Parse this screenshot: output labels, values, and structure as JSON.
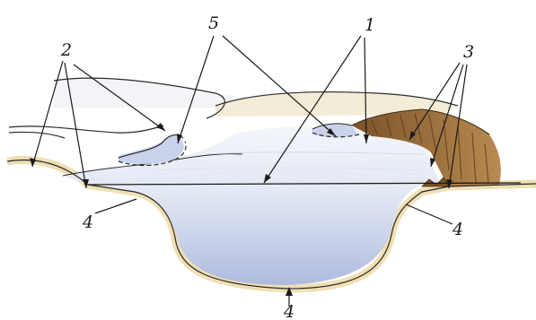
{
  "callouts": [
    {
      "id": "label-1",
      "text": "1"
    },
    {
      "id": "label-2",
      "text": "2"
    },
    {
      "id": "label-3",
      "text": "3"
    },
    {
      "id": "label-4-left",
      "text": "4"
    },
    {
      "id": "label-4-right",
      "text": "4"
    },
    {
      "id": "label-4-bottom",
      "text": "4"
    },
    {
      "id": "label-5",
      "text": "5"
    }
  ],
  "colors": {
    "land": "#f2e3bd",
    "land_edge": "#d9c38a",
    "water_surface": "#e9eef6",
    "water_body": "#c9d2ea",
    "water_deep": "#b3bee0",
    "cliff": "#a87843",
    "cliff_dark": "#6b4a25",
    "outline": "#2a2a2a"
  }
}
